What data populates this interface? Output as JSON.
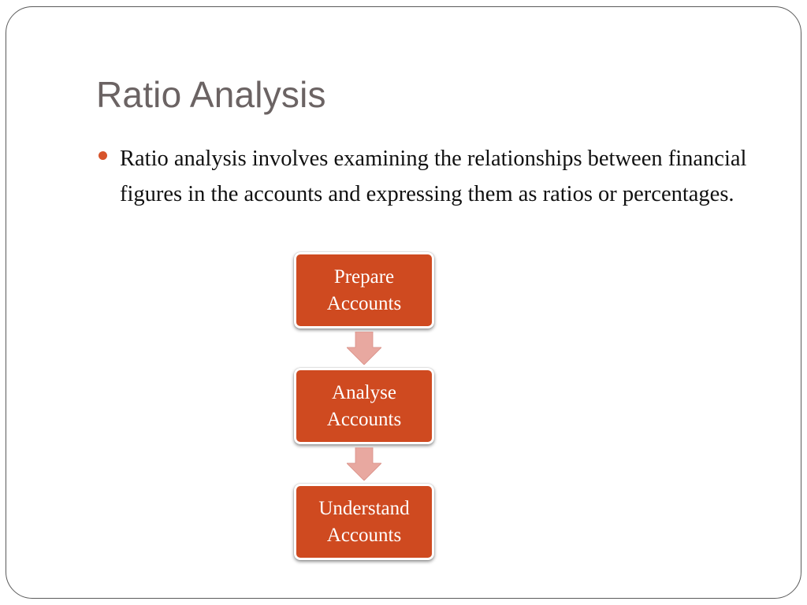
{
  "slide": {
    "title": "Ratio Analysis",
    "bullet": "Ratio analysis involves examining the relationships between financial figures in the accounts and expressing them as ratios or percentages."
  },
  "flow": {
    "steps": [
      {
        "label": "Prepare\nAccounts"
      },
      {
        "label": "Analyse\nAccounts"
      },
      {
        "label": "Understand\nAccounts"
      }
    ]
  },
  "colors": {
    "title": "#6b6363",
    "accent": "#d7542b",
    "box_fill": "#cf4a20",
    "arrow_fill": "#e8a8a0"
  },
  "icons": {
    "bullet": "bullet-dot-icon",
    "connector": "down-arrow-icon"
  }
}
